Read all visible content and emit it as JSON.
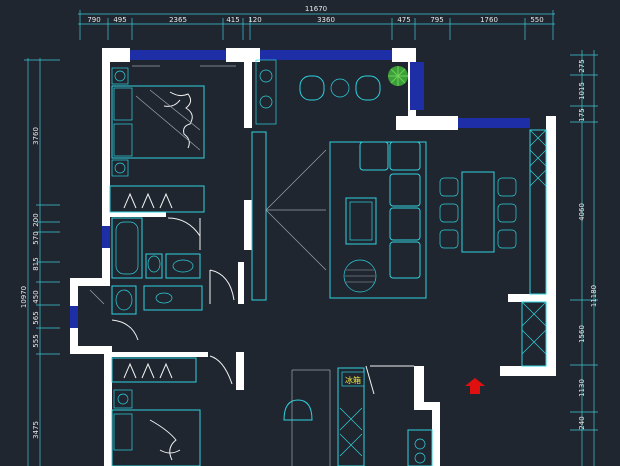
{
  "dimensions": {
    "overall_top": "11670",
    "top_segments": [
      "790",
      "495",
      "2365",
      "415",
      "120",
      "3360",
      "475",
      "795",
      "1760",
      "550"
    ],
    "left_overall": "10970",
    "left_upper": "3760",
    "left_segments": [
      "570",
      "200",
      "815",
      "450",
      "565",
      "555"
    ],
    "left_lower": "3475",
    "right_segments": [
      "275",
      "1015",
      "175",
      "4060",
      "1560",
      "1130",
      "240"
    ],
    "right_overall": "11180"
  },
  "labels": {
    "fridge": "冰箱"
  },
  "colors": {
    "background": "#1f262f",
    "wall": "#ffffff",
    "window": "#1d2ea6",
    "furniture": "#2fd3e0",
    "entrance_arrow": "#e01010",
    "plant": "#3fae3a",
    "label": "#f2e640"
  },
  "icons": {
    "entrance": "entrance-arrow-icon",
    "plant": "plant-icon"
  }
}
